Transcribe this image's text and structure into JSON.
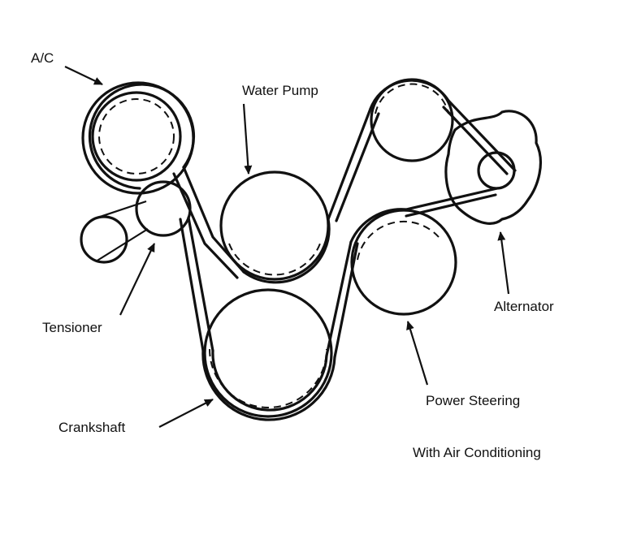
{
  "labels": {
    "ac": "A/C",
    "water_pump": "Water Pump",
    "tensioner": "Tensioner",
    "alternator": "Alternator",
    "power_steering": "Power Steering",
    "crankshaft": "Crankshaft",
    "caption": "With Air Conditioning"
  },
  "colors": {
    "ink": "#111111",
    "background": "#ffffff"
  }
}
